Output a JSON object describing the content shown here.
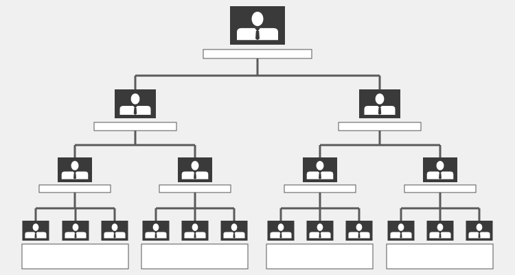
{
  "icon": "person-in-suit-icon",
  "colors": {
    "background": "#f0f0f0",
    "box_fill": "#3a3a3a",
    "person": "#ffffff",
    "tie": "#3a3a3a",
    "connector": "#5a5a5a",
    "label_border": "#555555",
    "label_fill": "#ffffff"
  },
  "nodes": [
    {
      "id": "ceo",
      "level": 0,
      "label": ""
    },
    {
      "id": "l1-left",
      "level": 1,
      "parent": "ceo",
      "label": ""
    },
    {
      "id": "l1-right",
      "level": 1,
      "parent": "ceo",
      "label": ""
    },
    {
      "id": "l2-1",
      "level": 2,
      "parent": "l1-left",
      "label": ""
    },
    {
      "id": "l2-2",
      "level": 2,
      "parent": "l1-left",
      "label": ""
    },
    {
      "id": "l2-3",
      "level": 2,
      "parent": "l1-right",
      "label": ""
    },
    {
      "id": "l2-4",
      "level": 2,
      "parent": "l1-right",
      "label": ""
    },
    {
      "id": "l3-1",
      "level": 3,
      "parent": "l2-1"
    },
    {
      "id": "l3-2",
      "level": 3,
      "parent": "l2-1"
    },
    {
      "id": "l3-3",
      "level": 3,
      "parent": "l2-1"
    },
    {
      "id": "l3-4",
      "level": 3,
      "parent": "l2-2"
    },
    {
      "id": "l3-5",
      "level": 3,
      "parent": "l2-2"
    },
    {
      "id": "l3-6",
      "level": 3,
      "parent": "l2-2"
    },
    {
      "id": "l3-7",
      "level": 3,
      "parent": "l2-3"
    },
    {
      "id": "l3-8",
      "level": 3,
      "parent": "l2-3"
    },
    {
      "id": "l3-9",
      "level": 3,
      "parent": "l2-3"
    },
    {
      "id": "l3-10",
      "level": 3,
      "parent": "l2-4"
    },
    {
      "id": "l3-11",
      "level": 3,
      "parent": "l2-4"
    },
    {
      "id": "l3-12",
      "level": 3,
      "parent": "l2-4"
    }
  ],
  "team_labels": [
    {
      "id": "team-1",
      "label": ""
    },
    {
      "id": "team-2",
      "label": ""
    },
    {
      "id": "team-3",
      "label": ""
    },
    {
      "id": "team-4",
      "label": ""
    }
  ]
}
